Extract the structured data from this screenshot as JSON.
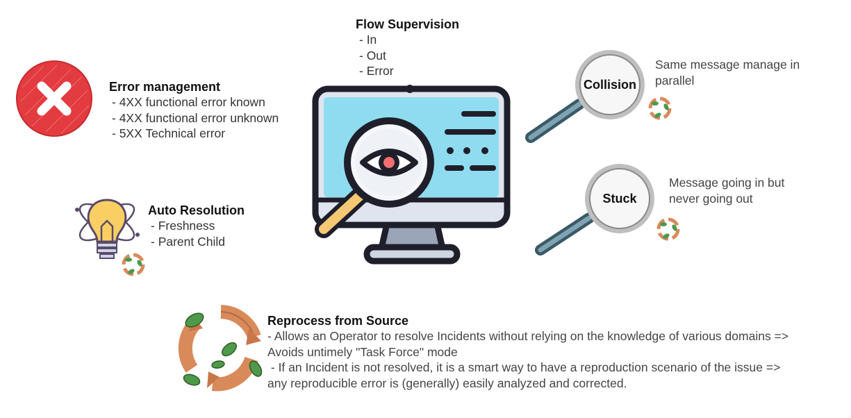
{
  "flow_supervision": {
    "title": "Flow Supervision",
    "items": [
      "- In",
      "- Out",
      "- Error"
    ]
  },
  "error_management": {
    "title": "Error management",
    "items": [
      "- 4XX functional error known",
      "- 4XX functional error unknown",
      "- 5XX Technical error"
    ],
    "icon": "error-x-icon",
    "color": "#e0393e"
  },
  "auto_resolution": {
    "title": "Auto Resolution",
    "items": [
      "- Freshness",
      "- Parent Child"
    ],
    "icon": "lightbulb-atom-icon"
  },
  "collision": {
    "label": "Collision",
    "description": "Same message manage in parallel"
  },
  "stuck": {
    "label": "Stuck",
    "description": "Message going in but never going out"
  },
  "reprocess": {
    "title": "Reprocess from Source",
    "items": [
      "- Allows an Operator to resolve Incidents without relying on the knowledge of various domains => Avoids untimely \"Task Force\" mode",
      " - If an Incident is not resolved, it is a smart way to have a reproduction scenario of the issue => any reproducible error is (generally) easily analyzed and corrected."
    ],
    "icon": "recycle-leaves-icon"
  },
  "monitor": {
    "icon": "monitor-magnifier-eye-icon",
    "screen_color": "#8fdcf0",
    "accent_color": "#f7c873"
  }
}
